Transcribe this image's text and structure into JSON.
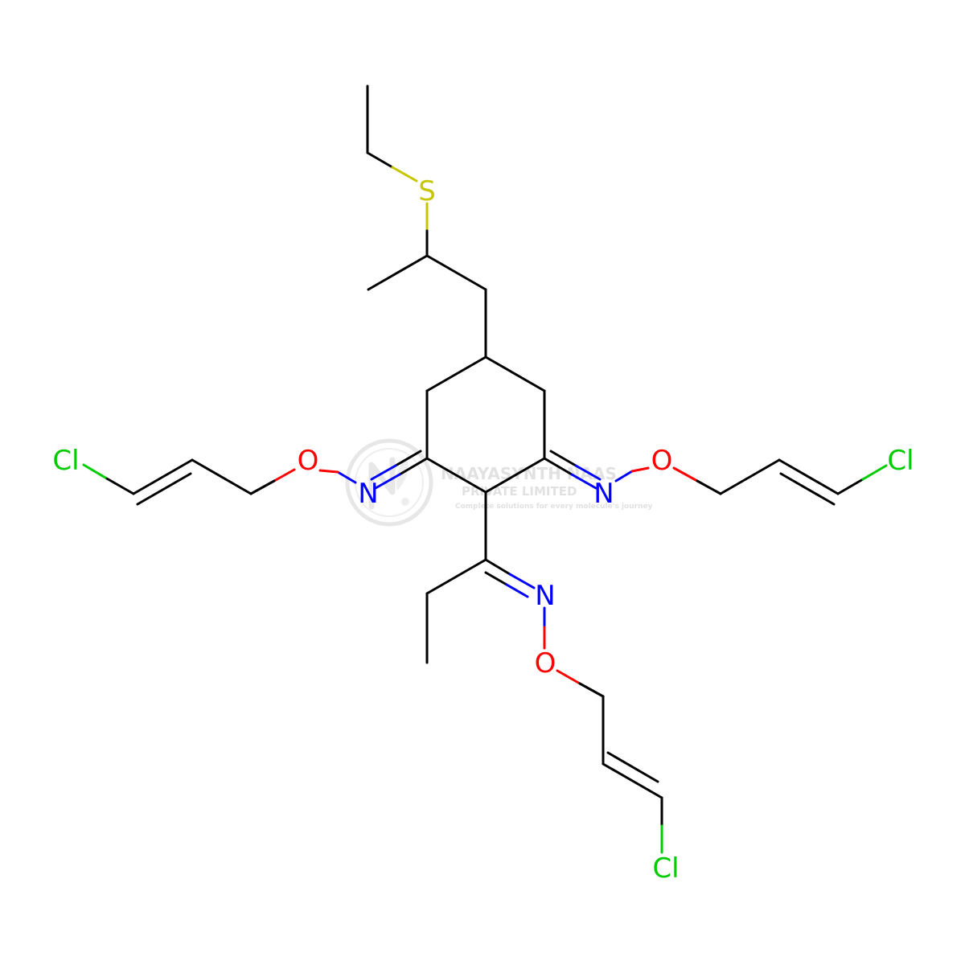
{
  "colors": {
    "bond": "#000000",
    "S": "#c6c600",
    "O": "#ff0000",
    "N": "#0000ff",
    "Cl": "#00cc00",
    "watermark": "#c9c9c9"
  },
  "watermark": {
    "line1": "NAAYASYNTH NAAS",
    "line2": "PRIVATE LIMITED",
    "line3": "Complete solutions for every molecule's journey",
    "logo_icon": "molecule-leaf-logo"
  },
  "atoms": [
    {
      "id": "S",
      "label": "S",
      "element": "S"
    },
    {
      "id": "O_left",
      "label": "O",
      "element": "O"
    },
    {
      "id": "N_left",
      "label": "N",
      "element": "N"
    },
    {
      "id": "Cl_left",
      "label": "Cl",
      "element": "Cl"
    },
    {
      "id": "O_right",
      "label": "O",
      "element": "O"
    },
    {
      "id": "N_right",
      "label": "N",
      "element": "N"
    },
    {
      "id": "Cl_right",
      "label": "Cl",
      "element": "Cl"
    },
    {
      "id": "N_bottom",
      "label": "N",
      "element": "N"
    },
    {
      "id": "O_bottom",
      "label": "O",
      "element": "O"
    },
    {
      "id": "Cl_bottom",
      "label": "Cl",
      "element": "Cl"
    }
  ]
}
